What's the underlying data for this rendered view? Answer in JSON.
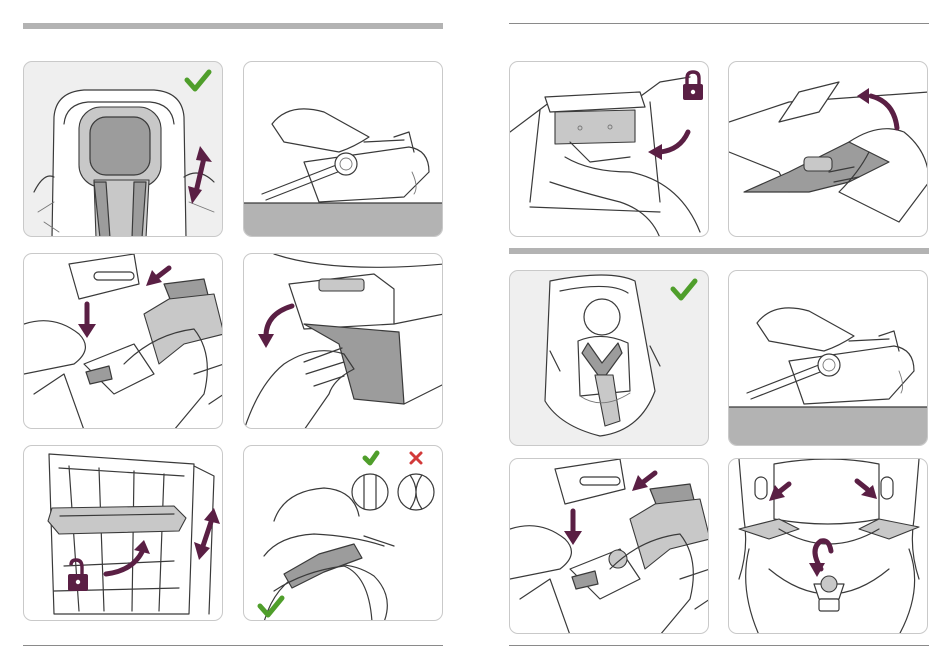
{
  "colors": {
    "accent_arrow": "#5a1f44",
    "check_green": "#4f9e2b",
    "cross_red": "#d23a3a",
    "header_bar_grey": "#b3b3b3",
    "panel_border": "#c9c9c9",
    "panel_grey_bg": "#efefef"
  },
  "left_page": {
    "panels": [
      {
        "id": "headrest-adjust",
        "icons": [
          "check-icon",
          "up-down-arrow-icon"
        ]
      },
      {
        "id": "seat-on-floor-side-view",
        "icons": []
      },
      {
        "id": "harness-buckle-push",
        "icons": [
          "down-arrow-icon",
          "diagonal-arrow-icon"
        ]
      },
      {
        "id": "cover-flap-open",
        "icons": [
          "curved-arrow-icon"
        ]
      },
      {
        "id": "harness-adjuster-unlock",
        "icons": [
          "unlock-icon",
          "curved-arrow-icon",
          "up-down-arrow-icon"
        ]
      },
      {
        "id": "strap-not-twisted",
        "icons": [
          "check-icon",
          "cross-icon",
          "check-icon"
        ]
      }
    ]
  },
  "right_page": {
    "panels": [
      {
        "id": "adjuster-lock",
        "icons": [
          "lock-icon",
          "curved-arrow-icon"
        ]
      },
      {
        "id": "flap-lift",
        "icons": [
          "curved-arrow-icon"
        ]
      },
      {
        "id": "child-secured",
        "icons": [
          "check-icon"
        ]
      },
      {
        "id": "seat-on-floor-side-view",
        "icons": []
      },
      {
        "id": "harness-buckle-push",
        "icons": [
          "down-arrow-icon",
          "diagonal-arrow-icon"
        ]
      },
      {
        "id": "shoulder-straps-adjust",
        "icons": [
          "diagonal-arrow-icon",
          "diagonal-arrow-icon",
          "curved-arrow-icon"
        ]
      }
    ]
  }
}
